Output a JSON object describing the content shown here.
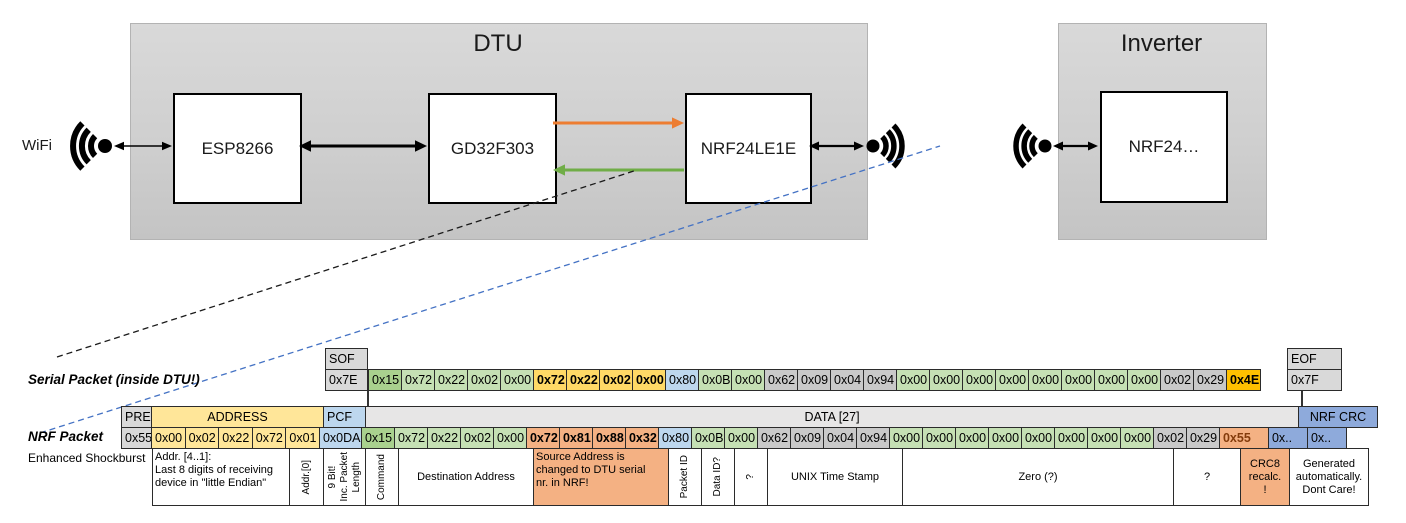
{
  "palette": {
    "green_dark": "#a9d18e",
    "green": "#c5e0b4",
    "yellow": "#ffe699",
    "gold": "#ffd966",
    "orange": "#ffc000",
    "salmon": "#f4b183",
    "blue_light": "#bdd7ee",
    "blue": "#8eaadb",
    "gray": "#d9d9d9",
    "gray_mid": "#c9c9c9",
    "gray_header": "#e7e6e6",
    "arrow_orange": "#ed7d31",
    "arrow_green": "#70ad47",
    "dash_blue": "#4472c4"
  },
  "diagram": {
    "wifi_label": "WiFi",
    "dtu": {
      "title": "DTU",
      "chips": {
        "esp": "ESP8266",
        "gd32": "GD32F303",
        "nrf": "NRF24LE1E"
      }
    },
    "inverter": {
      "title": "Inverter",
      "chip": "NRF24…"
    }
  },
  "serial_packet": {
    "label": "Serial Packet (inside DTU!)",
    "sof_header": "SOF",
    "sof_value": "0x7E",
    "eof_header": "EOF",
    "eof_value": "0x7F",
    "bytes": [
      {
        "v": "0x15",
        "c": "green_dark"
      },
      {
        "v": "0x72",
        "c": "green"
      },
      {
        "v": "0x22",
        "c": "green"
      },
      {
        "v": "0x02",
        "c": "green"
      },
      {
        "v": "0x00",
        "c": "green"
      },
      {
        "v": "0x72",
        "c": "gold",
        "b": 1
      },
      {
        "v": "0x22",
        "c": "gold",
        "b": 1
      },
      {
        "v": "0x02",
        "c": "gold",
        "b": 1
      },
      {
        "v": "0x00",
        "c": "gold",
        "b": 1
      },
      {
        "v": "0x80",
        "c": "blue_light"
      },
      {
        "v": "0x0B",
        "c": "green"
      },
      {
        "v": "0x00",
        "c": "green"
      },
      {
        "v": "0x62",
        "c": "gray_mid"
      },
      {
        "v": "0x09",
        "c": "gray_mid"
      },
      {
        "v": "0x04",
        "c": "gray_mid"
      },
      {
        "v": "0x94",
        "c": "gray_mid"
      },
      {
        "v": "0x00",
        "c": "green"
      },
      {
        "v": "0x00",
        "c": "green"
      },
      {
        "v": "0x00",
        "c": "green"
      },
      {
        "v": "0x00",
        "c": "green"
      },
      {
        "v": "0x00",
        "c": "green"
      },
      {
        "v": "0x00",
        "c": "green"
      },
      {
        "v": "0x00",
        "c": "green"
      },
      {
        "v": "0x00",
        "c": "green"
      },
      {
        "v": "0x02",
        "c": "gray_mid"
      },
      {
        "v": "0x29",
        "c": "gray_mid"
      },
      {
        "v": "0x4E",
        "c": "orange",
        "b": 1
      }
    ]
  },
  "nrf_packet": {
    "label": "NRF Packet",
    "sublabel": "Enhanced Shockburst",
    "headers": [
      {
        "t": "PRE",
        "c": "gray",
        "align": "l"
      },
      {
        "t": "ADDRESS",
        "c": "yellow",
        "align": "c"
      },
      {
        "t": "PCF",
        "c": "blue_light",
        "align": "l"
      },
      {
        "t": "DATA [27]",
        "c": "gray_header",
        "align": "c"
      },
      {
        "t": "NRF CRC",
        "c": "blue",
        "align": "c"
      }
    ],
    "bytes": [
      {
        "v": "0x55",
        "c": "gray"
      },
      {
        "v": "0x00",
        "c": "yellow"
      },
      {
        "v": "0x02",
        "c": "yellow"
      },
      {
        "v": "0x22",
        "c": "yellow"
      },
      {
        "v": "0x72",
        "c": "yellow"
      },
      {
        "v": "0x01",
        "c": "yellow"
      },
      {
        "v": "0x0DA",
        "c": "blue_light"
      },
      {
        "v": "0x15",
        "c": "green_dark"
      },
      {
        "v": "0x72",
        "c": "green"
      },
      {
        "v": "0x22",
        "c": "green"
      },
      {
        "v": "0x02",
        "c": "green"
      },
      {
        "v": "0x00",
        "c": "green"
      },
      {
        "v": "0x72",
        "c": "salmon",
        "b": 1
      },
      {
        "v": "0x81",
        "c": "salmon",
        "b": 1
      },
      {
        "v": "0x88",
        "c": "salmon",
        "b": 1
      },
      {
        "v": "0x32",
        "c": "salmon",
        "b": 1
      },
      {
        "v": "0x80",
        "c": "blue_light"
      },
      {
        "v": "0x0B",
        "c": "green"
      },
      {
        "v": "0x00",
        "c": "green"
      },
      {
        "v": "0x62",
        "c": "gray_mid"
      },
      {
        "v": "0x09",
        "c": "gray_mid"
      },
      {
        "v": "0x04",
        "c": "gray_mid"
      },
      {
        "v": "0x94",
        "c": "gray_mid"
      },
      {
        "v": "0x00",
        "c": "green"
      },
      {
        "v": "0x00",
        "c": "green"
      },
      {
        "v": "0x00",
        "c": "green"
      },
      {
        "v": "0x00",
        "c": "green"
      },
      {
        "v": "0x00",
        "c": "green"
      },
      {
        "v": "0x00",
        "c": "green"
      },
      {
        "v": "0x00",
        "c": "green"
      },
      {
        "v": "0x00",
        "c": "green"
      },
      {
        "v": "0x02",
        "c": "gray_mid"
      },
      {
        "v": "0x29",
        "c": "gray_mid"
      },
      {
        "v": "0x55",
        "c": "salmon",
        "b": 1,
        "fg": "#843c0c"
      },
      {
        "v": "0x..",
        "c": "blue"
      },
      {
        "v": "0x..",
        "c": "blue"
      }
    ],
    "annotations": [
      {
        "text": "Addr. [4..1]:\nLast 8 digits of receiving\ndevice in \"little Endian\"",
        "style": "left"
      },
      {
        "text": "Addr.[0]",
        "style": "vertical"
      },
      {
        "text": "9 Bit!\nInc. Packet\nLength",
        "style": "vertical"
      },
      {
        "text": "Command",
        "style": "vertical"
      },
      {
        "text": "Destination Address",
        "style": "center"
      },
      {
        "text": "Source Address is\nchanged to DTU serial\nnr. in NRF!",
        "style": "left",
        "bg": "salmon"
      },
      {
        "text": "Packet ID",
        "style": "vertical"
      },
      {
        "text": "Data ID?",
        "style": "vertical"
      },
      {
        "text": "?",
        "style": "vertical"
      },
      {
        "text": "UNIX Time Stamp",
        "style": "center"
      },
      {
        "text": "Zero (?)",
        "style": "center"
      },
      {
        "text": "?",
        "style": "center"
      },
      {
        "text": "CRC8\nrecalc.\n!",
        "style": "center",
        "bg": "salmon"
      },
      {
        "text": "Generated\nautomatically.\nDont Care!",
        "style": "center"
      }
    ]
  }
}
